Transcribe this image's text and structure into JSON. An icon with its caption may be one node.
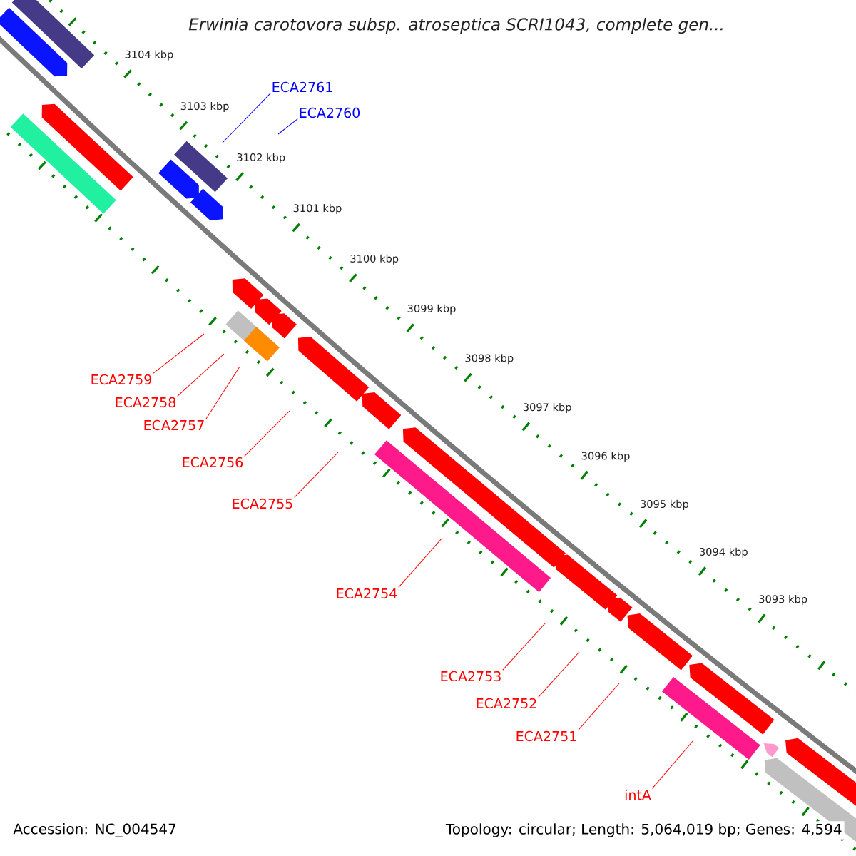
{
  "diagram": {
    "title": "*Erwinia carotovora* subsp. *atroseptica* SCRI1043, complete gen...",
    "nodes": [
      {
        "text": [
          "ECA2761"
        ]
      },
      {
        "text": [
          "ECA2760"
        ]
      },
      {
        "text": [
          "ECA2759"
        ]
      },
      {
        "text": [
          "ECA2758"
        ]
      },
      {
        "text": [
          "ECA2757"
        ]
      },
      {
        "text": [
          "ECA2756"
        ]
      },
      {
        "text": [
          "ECA2755"
        ]
      },
      {
        "text": [
          "ECA2754"
        ]
      },
      {
        "text": [
          "ECA2753"
        ]
      },
      {
        "text": [
          "ECA2752"
        ]
      },
      {
        "text": [
          "ECA2751"
        ]
      },
      {
        "text": [
          "intA"
        ]
      }
    ],
    "edges": [
      {
        "from": 0,
        "to": null,
        "arrow": "none",
        "color": "#0000ff"
      },
      {
        "from": 1,
        "to": null,
        "arrow": "none",
        "color": "#0000ff"
      },
      {
        "from": 2,
        "to": null,
        "arrow": "none"
      },
      {
        "from": 3,
        "to": null,
        "arrow": "none"
      },
      {
        "from": 4,
        "to": null,
        "arrow": "none"
      },
      {
        "from": 5,
        "to": null,
        "arrow": "none"
      },
      {
        "from": 6,
        "to": null,
        "arrow": "none"
      },
      {
        "from": 7,
        "to": null,
        "arrow": "none"
      },
      {
        "from": 8,
        "to": null,
        "arrow": "none"
      },
      {
        "from": 9,
        "to": null,
        "arrow": "none"
      },
      {
        "from": 10,
        "to": null,
        "arrow": "none"
      },
      {
        "from": 11,
        "to": null,
        "arrow": "none"
      }
    ],
    "labels": [
      "3104 kbp",
      "3103 kbp",
      "3102 kbp",
      "3101 kbp",
      "3100 kbp",
      "3099 kbp",
      "3098 kbp",
      "3097 kbp",
      "3096 kbp",
      "3095 kbp",
      "3094 kbp",
      "3093 kbp",
      "Accession: NC_004547",
      "Topology: circular; Length: 5,064,019 bp; Genes: 4,594"
    ]
  }
}
